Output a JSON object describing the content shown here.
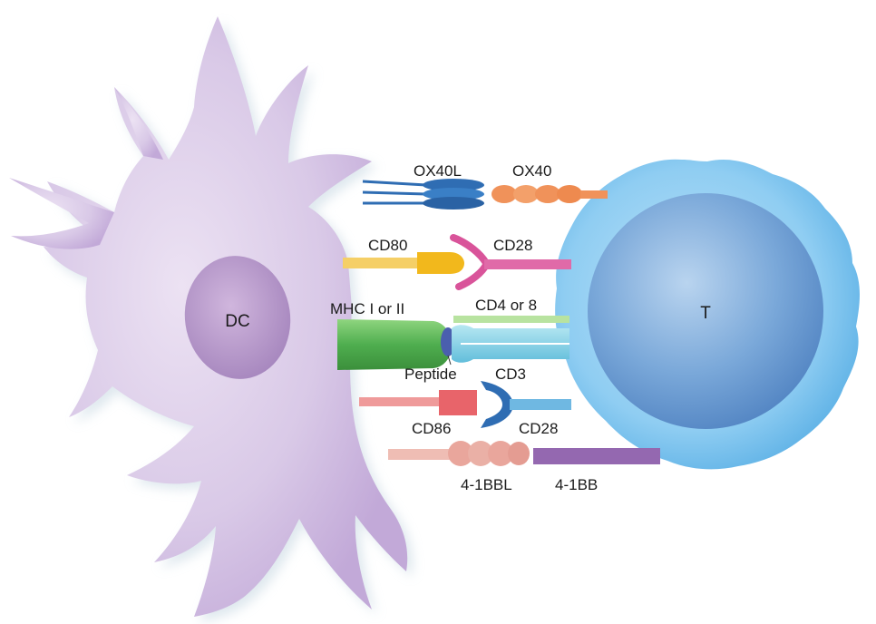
{
  "cells": {
    "dendritic": {
      "label": "DC",
      "body_color": "#d8c8e6",
      "nucleus_color": "#b898c8"
    },
    "tcell": {
      "label": "T",
      "outer_color": "#8ecbf0",
      "inner_color": "#5c92cc"
    }
  },
  "molecules": {
    "ox40l": {
      "label": "OX40L",
      "color": "#2f6db3"
    },
    "ox40": {
      "label": "OX40",
      "color": "#f0925a"
    },
    "cd80": {
      "label": "CD80",
      "color": "#f2c23a"
    },
    "cd28_top": {
      "label": "CD28",
      "color": "#d9549a"
    },
    "mhc": {
      "label": "MHC I or II",
      "color": "#5cb85c"
    },
    "cd4_8": {
      "label": "CD4 or 8",
      "color": "#a6d98a"
    },
    "peptide": {
      "label": "Peptide",
      "color": "#4a5fae"
    },
    "cd3": {
      "label": "CD3",
      "color": "#7fd0e4"
    },
    "cd86": {
      "label": "CD86",
      "color": "#e8646a"
    },
    "cd28_bottom": {
      "label": "CD28",
      "color": "#2f6db3"
    },
    "l41bb": {
      "label": "4-1BBL",
      "color": "#e9a69c"
    },
    "r41bb": {
      "label": "4-1BB",
      "color": "#9468b0"
    }
  }
}
